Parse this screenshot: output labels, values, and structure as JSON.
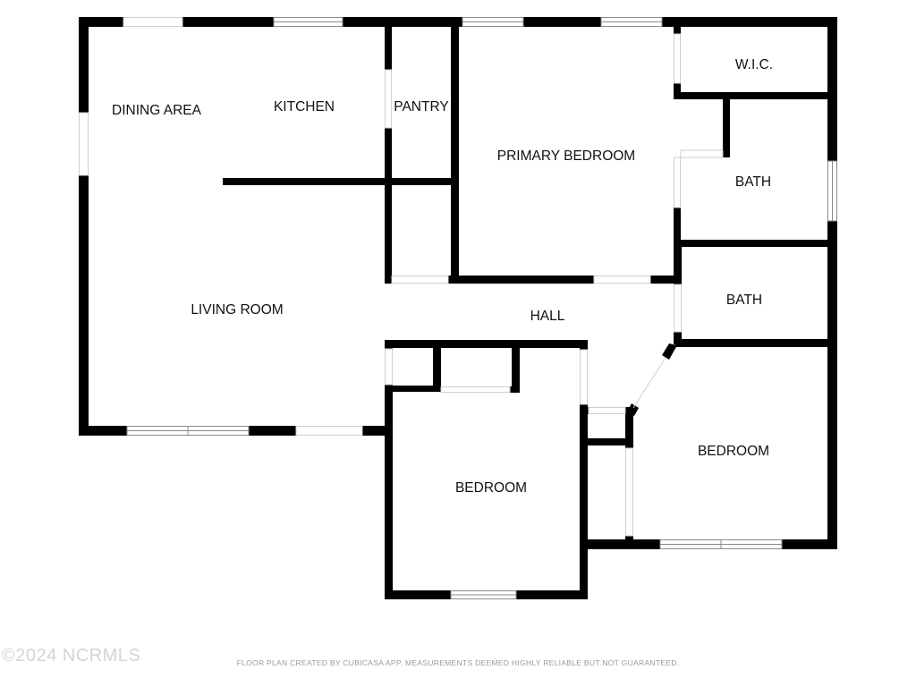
{
  "rooms": {
    "dining_area": "DINING AREA",
    "kitchen": "KITCHEN",
    "pantry": "PANTRY",
    "primary_bedroom": "PRIMARY BEDROOM",
    "wic": "W.I.C.",
    "bath_primary": "BATH",
    "bath_hall": "BATH",
    "living_room": "LIVING ROOM",
    "hall": "HALL",
    "bedroom_front": "BEDROOM",
    "bedroom_right": "BEDROOM"
  },
  "footer": {
    "watermark": "©2024 NCRMLS",
    "disclaimer": "FLOOR PLAN CREATED BY CUBICASA APP. MEASUREMENTS DEEMED HIGHLY RELIABLE BUT NOT GUARANTEED."
  },
  "colors": {
    "wall": "#000000",
    "window": "#8a8a8a",
    "background": "#ffffff"
  }
}
